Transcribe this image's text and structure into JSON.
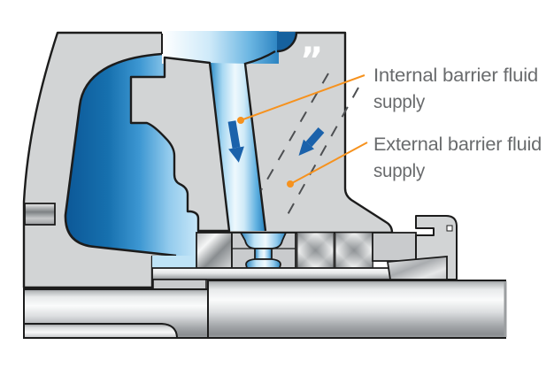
{
  "diagram": {
    "type": "mechanical-seal-cross-section",
    "labels": {
      "internal": {
        "line1": "Internal barrier fluid",
        "line2": "supply"
      },
      "external": {
        "line1": "External barrier fluid",
        "line2": "supply"
      }
    },
    "quote_mark": "”",
    "colors": {
      "accent_orange": "#f6921e",
      "flow_arrow_blue": "#1b62ab",
      "label_text": "#696b6d",
      "fluid_dark": "#0d5a99",
      "fluid_light": "#cfeaf9",
      "metal_gray": "#d2d4d5",
      "outline": "#1c1c1c"
    }
  }
}
